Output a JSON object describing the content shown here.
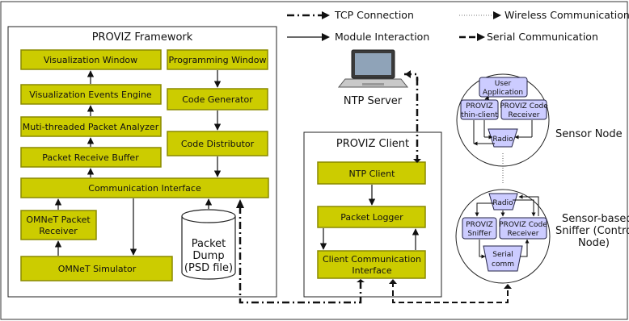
{
  "legend": {
    "tcp": "TCP Connection",
    "wireless": "Wireless Communication",
    "module": "Module Interaction",
    "serial": "Serial Communication"
  },
  "framework": {
    "title": "PROVIZ Framework",
    "visualization_window": "Visualization Window",
    "programming_window": "Programming Window",
    "visualization_engine": "Visualization Events Engine",
    "code_generator": "Code Generator",
    "packet_analyzer": "Muti-threaded Packet Analyzer",
    "code_distributor": "Code Distributor",
    "packet_receive_buffer": "Packet Receive Buffer",
    "communication_interface": "Communication Interface",
    "omnet_receiver_line1": "OMNeT Packet",
    "omnet_receiver_line2": "Receiver",
    "omnet_simulator": "OMNeT Simulator",
    "dump_line1": "Packet",
    "dump_line2": "Dump",
    "dump_line3": "(PSD file)"
  },
  "ntp_server": "NTP Server",
  "client": {
    "title": "PROVIZ Client",
    "ntp_client": "NTP Client",
    "packet_logger": "Packet Logger",
    "comm_line1": "Client Communication",
    "comm_line2": "Interface"
  },
  "sensor_node": {
    "label": "Sensor Node",
    "user_app_line1": "User",
    "user_app_line2": "Application",
    "thin_client_line1": "PROVIZ",
    "thin_client_line2": "thin-client",
    "code_receiver_line1": "PROVIZ Code",
    "code_receiver_line2": "Receiver",
    "radio": "Radio"
  },
  "sniffer": {
    "label_line1": "Sensor-based",
    "label_line2": "Sniffer (Control",
    "label_line3": "Node)",
    "radio": "Radio",
    "sniffer_line1": "PROVIZ",
    "sniffer_line2": "Sniffer",
    "code_receiver_line1": "PROVIZ Code",
    "code_receiver_line2": "Receiver",
    "serial_line1": "Serial",
    "serial_line2": "comm"
  },
  "colors": {
    "module_fill": "#cccc00",
    "module_border": "#8a8a00",
    "sensor_fill": "#ccccff",
    "sensor_border": "#222244"
  }
}
